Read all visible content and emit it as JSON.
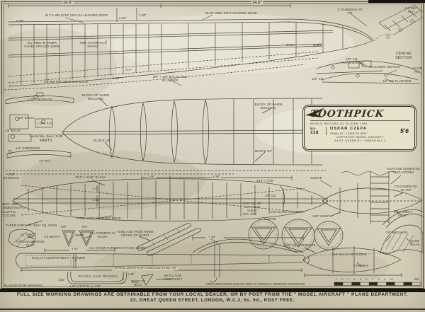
{
  "title_block": {
    "name": "TOOTHPICK",
    "record": "WORLD  RECORD   A2  GLIDER   1951",
    "plan_prefix": "M.A",
    "plan_number": "118",
    "designer": "OSKAR   CZEPA",
    "dimensions": "SPAN 67\"   LENGTH 38½\"",
    "price": "5'6",
    "copyright": "COPYRIGHT   MODEL   AIRCRAFT",
    "address": "33 GT. QUEEN ST.      LONDON  W.C.2"
  },
  "footer": {
    "line1": "FULL SIZE WORKING DRAWINGS ARE OBTAINABLE FROM YOUR LOCAL DEALER, OR BY POST FROM THE \" MODEL AIRCRAFT \" PLANS DEPARTMENT,",
    "line2": "23, GREAT QUEEN STREET, LONDON, W.C.2, 5s. 6d., POST FREE."
  },
  "labels": {
    "dim_19_5": "19.5\"",
    "dim_14_5": "14.5\"",
    "dim_0_98": "0.98\"",
    "dim_2_40": "2.40\"",
    "dim_1_08": "1.08\"",
    "leading_edge": "Ø 7.5 MM (5/16\") BALSA LEADING EDGE",
    "ribs_inner": "ALL RIBS IN INNER PANEL SPACED 40MM",
    "ply_spars": "TWO 0.8 MM PLY SPARS",
    "trailing_edge": "0.8 MM PLY TRAILING EDGE",
    "slot_ribs": "SLOT RIBS INTO LEADING EDGE",
    "dim_80_a": "80MM",
    "dim_80_b": "80MM",
    "dihedral_tip": "1° DIHEDRAL AT TIP",
    "ply_08_a": "0.8 MM PLY",
    "centre_section": "CENTRE SECTION",
    "hardwood_sq": "1/8\" SQ. HARDWOOD",
    "main_wing_section": "MAIN WING SECTION",
    "ply_08_b": "0.8 MM PLY",
    "ply_platform": "1/8\" PLY PLATFORM",
    "sq_18_a": "1/8\" SQ.",
    "part_2off_balsa": "2 OFF 1/8\" BALSA",
    "part_balsa_a": "1/8\" BALSA",
    "part_2off_ply": "2 OFF PLY",
    "part_balsa_b": "1/8\" BALSA",
    "centre_parts": "CENTRE SECTION PARTS",
    "part_hardwood": "1/4\" HARDWOOD",
    "part_ply": "1/8\" PLY",
    "block_up_1": "BLOCK UP WHEN BUILDING",
    "block_up_2": "BLOCK UP",
    "block_up_3": "BLOCK UP WHEN BUILDING",
    "block_up_4": "BLOCK UP",
    "fill_in": "3/8\" × 1/8\" BALSA FILL IN UNDER",
    "dim_0_4": "0.4\"",
    "dim_1_38": "1.38\"",
    "dihedral_198": "1.98\" DIHEDRAL",
    "balsa_316": "3/16\" × 3/16\" BALSA",
    "dim_1_1": "1.1\"",
    "dim_2_12": "2.12\"",
    "bent_cemented": "BENT AND CEMENTED TO ELLIPTIC OUTLINE",
    "trailing_332": "2 OFF 3/32\" TRAILING EDGE",
    "taper_ends": "TAPER ENDS OF 3/16\" SQ. SPAR",
    "dim_1_98": "1.98\"",
    "dim_5_39": "5.39\"",
    "sq_316_316": "3/16\" × 3/16\"",
    "sq_18_b": "1/8\" SQ.",
    "cut_from_sheet": "3/16\" SQ. OR CUT FROM SHEET",
    "ws_316": "W.S. 3/16\"",
    "balsa_formers": "1/16\" BALSA FORMERS",
    "sleeve_a": "SLEEVE",
    "sheet_132": "1/32\" SHEET",
    "sleeve_b": "SLEEVE",
    "tailplane_cemented": "TAILPLANE CEMENTED TO PLATFORM",
    "fin_cemented": "FIN CEMENTED TO TOP",
    "sheet_fillet": "1/16\" SHEET FILLET",
    "balsa_fin": "1/8\" BALSA FIN",
    "hard_balsa": "HARD BALSA",
    "stringers": "1/16\" SQ. STRINGERS",
    "balsa_or_sleeve": "1/16\" BALSA OR SLEEVE",
    "formers_pod": "FORMERS",
    "sheet_14": "1/4\" SHEET",
    "nose_plug": "HARD BALSA NOSE PLUG",
    "top_a": "TOP",
    "top_b": "TOP",
    "ply_former": "0.8 MM PLY",
    "dim_26": "26MM",
    "all_formers_balsa": "ALL FORMERS IN BALSA",
    "fuselage_pieces": "FUSELAGE FROM THREE PIECES 1/2\" SHEET",
    "dim_4_92": "4.92\"",
    "formers_120": "ALL OTHER FORMERS SPACED 120MM",
    "ballast": "BALLAST COMPARTMENT",
    "former": "FORMER",
    "dim_7_08": "7.08\"",
    "actual_length": "ACTUAL LENGTH OF FUSELAGE STICK 7/8\"",
    "swg_dural": "20 S.W.G. ALUM. OR DURAL",
    "dim_1_08_b": "1.08\"",
    "dim_1_32": "1/32\"",
    "skid_dims": "1.04\"  (.375\" DIA.)  .375\"",
    "rivet": "RIVET OR BOLT",
    "tow_hook": "METAL TOW HOOK (1/16\")",
    "plan_by": "PLAN BY RON WARRING",
    "prepared": "PREPARED FROM OSKAR CZEPA'S ORIGINAL WORKING DRAWINGS",
    "scale_numbers": "1 2 3 4 5 6 7 8 9 10",
    "scale_ins": "INS"
  }
}
